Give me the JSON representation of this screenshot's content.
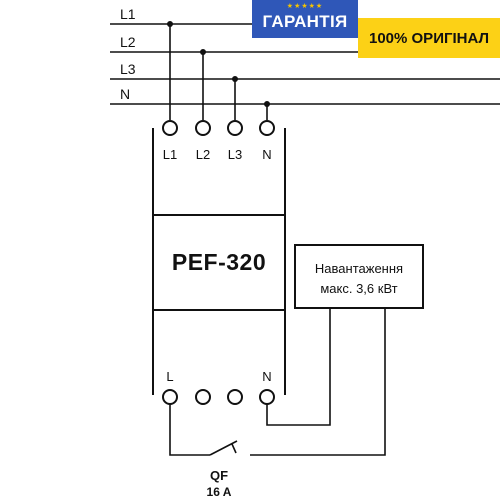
{
  "badges": {
    "guarantee": {
      "text": "ГАРАНТІЯ",
      "stars": "★★★★★",
      "background": "#2f57b8",
      "star_color": "#f4c300"
    },
    "original": {
      "text": "100% ОРИГІНАЛ",
      "background": "#fcd116"
    }
  },
  "supply_lines": [
    "L1",
    "L2",
    "L3",
    "N"
  ],
  "device": {
    "model": "PEF-320",
    "top_terminals": [
      "L1",
      "L2",
      "L3",
      "N"
    ],
    "bottom_terminals": [
      "L",
      "N"
    ]
  },
  "load": {
    "line1": "Навантаження",
    "line2": "макс. 3,6 кВт"
  },
  "breaker": {
    "name": "QF",
    "rating": "16 A"
  }
}
